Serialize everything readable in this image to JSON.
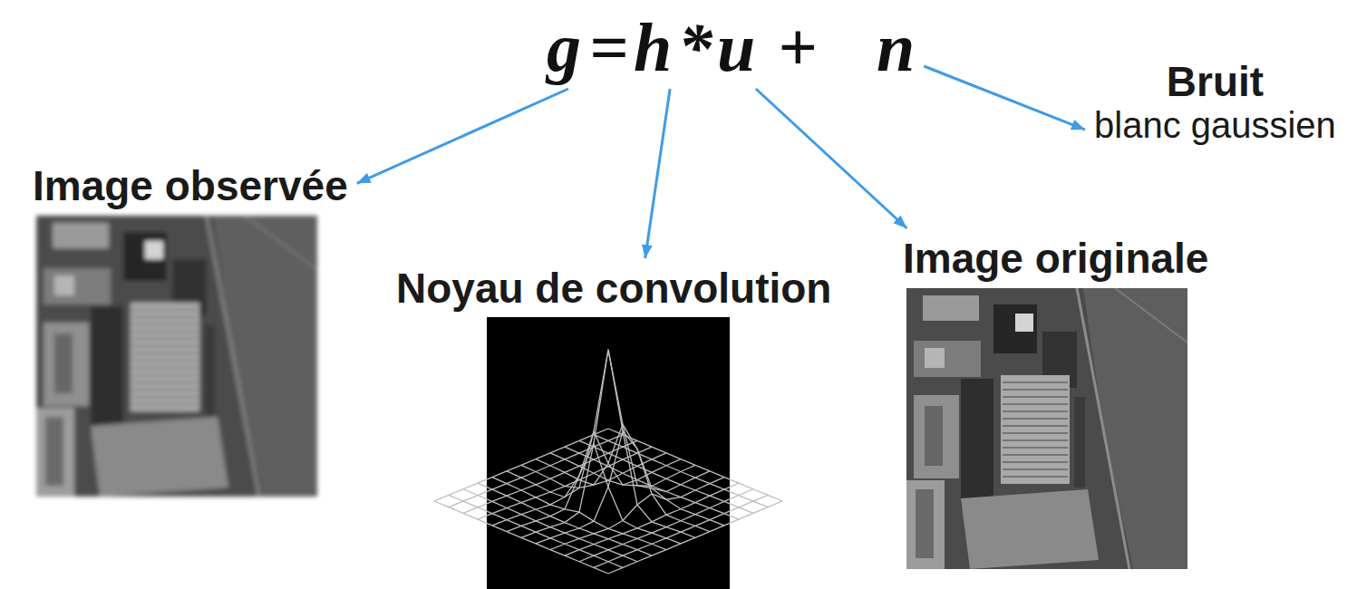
{
  "diagram": {
    "nodes": [
      {
        "text": [
          "g"
        ]
      },
      {
        "text": [
          "h"
        ]
      },
      {
        "text": [
          "u"
        ]
      },
      {
        "text": [
          "n"
        ]
      },
      {
        "text": [
          "Image observée"
        ]
      },
      {
        "text": [
          "Noyau de convolution"
        ]
      },
      {
        "text": [
          "Image originale"
        ]
      },
      {
        "text": [
          "Bruit",
          "blanc gaussien"
        ]
      }
    ],
    "edges": [
      {
        "from": 0,
        "to": 4,
        "arrow": "to"
      },
      {
        "from": 1,
        "to": 5,
        "arrow": "to"
      },
      {
        "from": 2,
        "to": 6,
        "arrow": "to"
      },
      {
        "from": 3,
        "to": 7,
        "arrow": "to"
      }
    ],
    "labels": [
      "=",
      "*",
      "+"
    ]
  }
}
